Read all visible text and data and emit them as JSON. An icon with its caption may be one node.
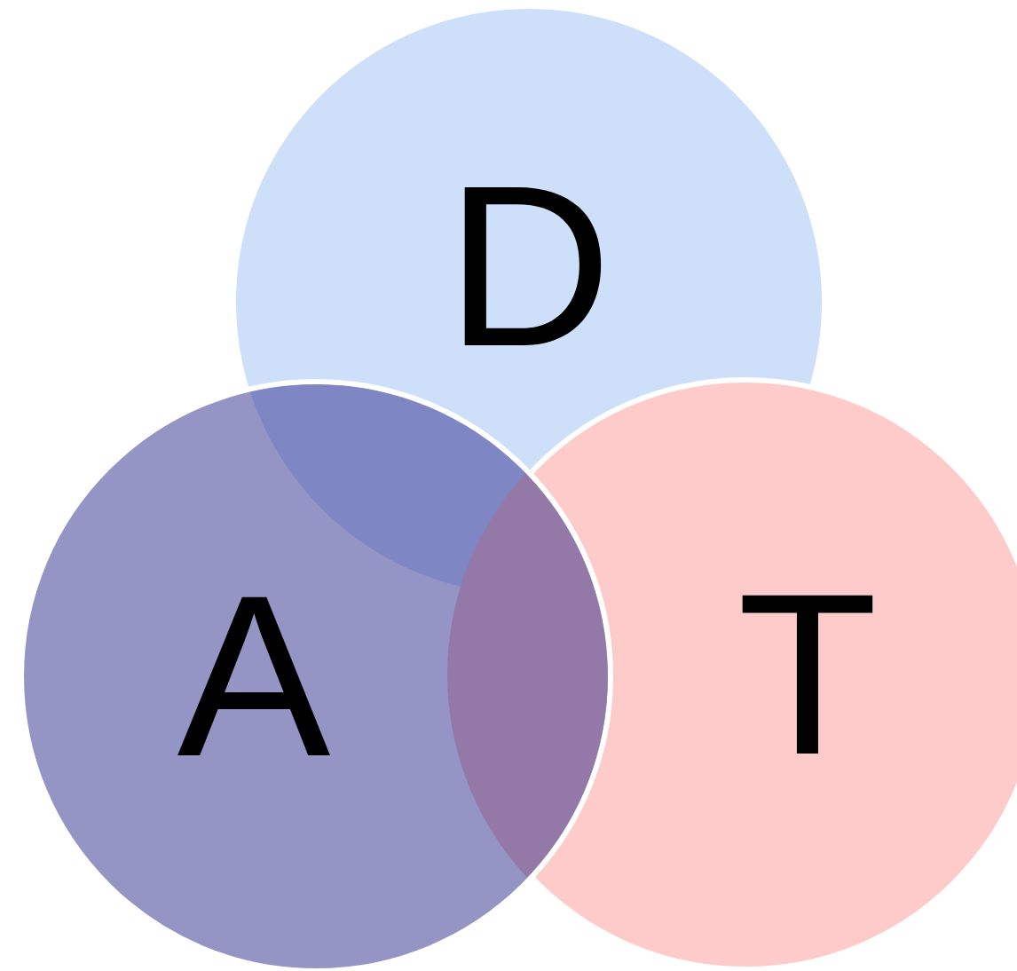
{
  "diagram": {
    "nodes": [
      {
        "text": [
          "D"
        ]
      },
      {
        "text": [
          "A"
        ]
      },
      {
        "text": [
          "T"
        ]
      }
    ]
  }
}
